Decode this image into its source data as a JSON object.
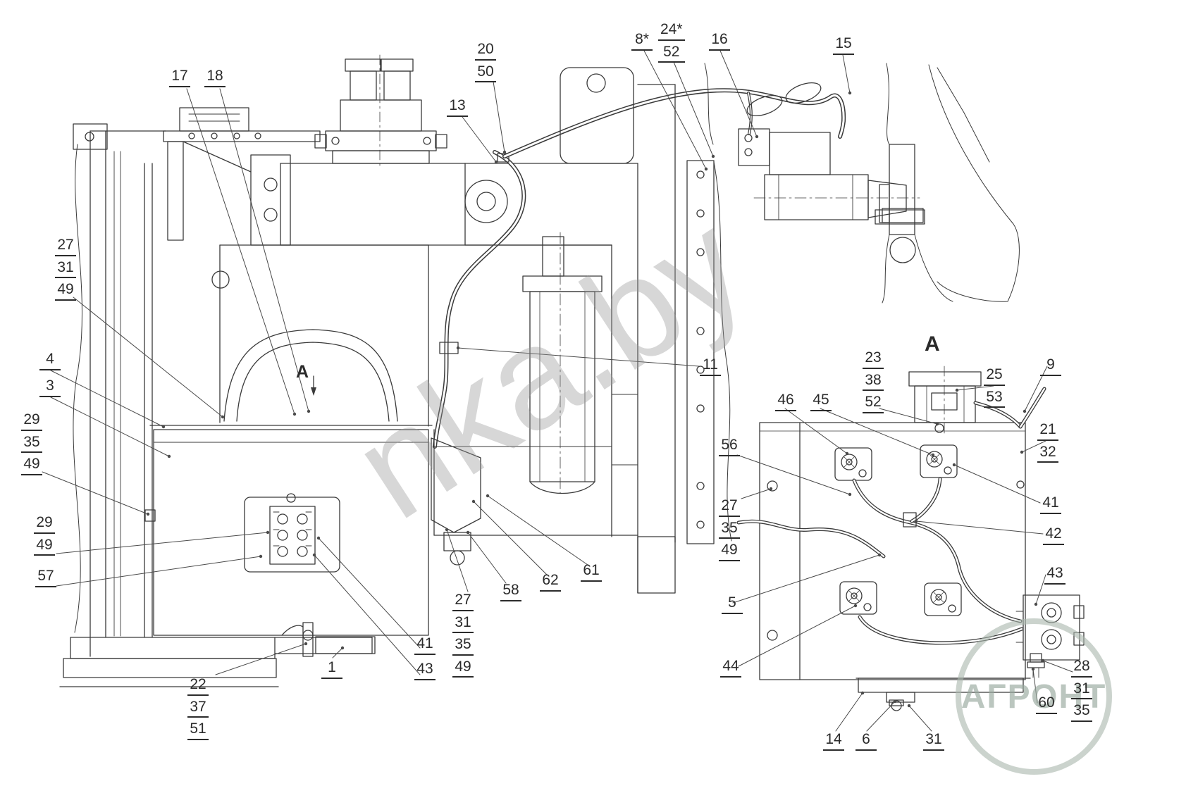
{
  "colors": {
    "drawing_line": "#3a3a3a",
    "leader_line": "#4a4a4a",
    "watermark_diagonal": "#969696",
    "watermark_stamp": "#a8b6ac"
  },
  "watermarks": {
    "diagonal_text": "nka.by",
    "stamp_text": "АГРОНТ"
  },
  "view_labels": {
    "section_arrow_left": "A",
    "detail_title_right": "A"
  },
  "callouts": {
    "c17": [
      "17"
    ],
    "c18": [
      "18"
    ],
    "c20_50": [
      "20",
      "50"
    ],
    "c13": [
      "13"
    ],
    "c8": [
      "8*"
    ],
    "c24_52": [
      "24*",
      "52"
    ],
    "c16": [
      "16"
    ],
    "c15": [
      "15"
    ],
    "c27_31_49_left": [
      "27",
      "31",
      "49"
    ],
    "c4": [
      "4"
    ],
    "c3": [
      "3"
    ],
    "c29_35_49": [
      "29",
      "35",
      "49"
    ],
    "c29_49": [
      "29",
      "49"
    ],
    "c57": [
      "57"
    ],
    "c22_37_51": [
      "22",
      "37",
      "51"
    ],
    "c1": [
      "1"
    ],
    "c41_bottom": [
      "41"
    ],
    "c43_bottom": [
      "43"
    ],
    "c27_31_35_49": [
      "27",
      "31",
      "35",
      "49"
    ],
    "c58": [
      "58"
    ],
    "c62": [
      "62"
    ],
    "c61": [
      "61"
    ],
    "c11": [
      "11"
    ],
    "c23_38_52": [
      "23",
      "38",
      "52"
    ],
    "c25_53": [
      "25",
      "53"
    ],
    "c9": [
      "9"
    ],
    "c21_32": [
      "21",
      "32"
    ],
    "c46": [
      "46"
    ],
    "c45": [
      "45"
    ],
    "c56": [
      "56"
    ],
    "c27_35_49_right": [
      "27",
      "35",
      "49"
    ],
    "c41_right": [
      "41"
    ],
    "c42": [
      "42"
    ],
    "c43_right": [
      "43"
    ],
    "c5": [
      "5"
    ],
    "c44": [
      "44"
    ],
    "c28_31_35": [
      "28",
      "31",
      "35"
    ],
    "c60": [
      "60"
    ],
    "c14": [
      "14"
    ],
    "c6": [
      "6"
    ],
    "c31_bottom": [
      "31"
    ]
  }
}
